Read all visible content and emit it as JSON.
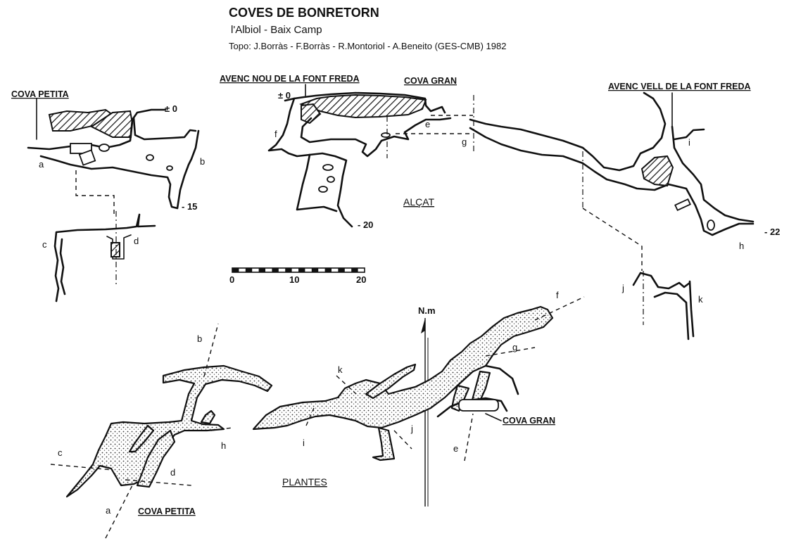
{
  "header": {
    "title": "COVES DE BONRETORN",
    "subtitle": "l'Albiol - Baix Camp",
    "credits": "Topo: J.Borràs - F.Borràs - R.Montoriol - A.Beneito (GES-CMB)  1982"
  },
  "cave_names": {
    "cova_petita": "COVA PETITA",
    "avenc_nou": "AVENC NOU DE LA FONT FREDA",
    "cova_gran": "COVA GRAN",
    "avenc_vell": "AVENC VELL DE LA FONT FREDA"
  },
  "sections": {
    "elevation": "ALÇAT",
    "plan": "PLANTES"
  },
  "depths": {
    "zero_a": "± 0",
    "zero_b": "± 0",
    "minus_15": "- 15",
    "minus_20": "- 20",
    "minus_22": "- 22"
  },
  "scale": {
    "tick_0": "0",
    "tick_10": "10",
    "tick_20": "20"
  },
  "north": "N.m",
  "profile_letters": {
    "a": "a",
    "b": "b",
    "c": "c",
    "d": "d",
    "e": "e",
    "f": "f",
    "g": "g",
    "h": "h",
    "i": "i",
    "j": "j",
    "k": "k"
  },
  "plan_letters": {
    "a": "a",
    "b": "b",
    "c": "c",
    "d": "d",
    "e": "e",
    "f": "f",
    "g": "g",
    "h": "h",
    "i": "i",
    "j": "j",
    "k": "k"
  },
  "colors": {
    "ink": "#111111",
    "paper": "#ffffff"
  }
}
